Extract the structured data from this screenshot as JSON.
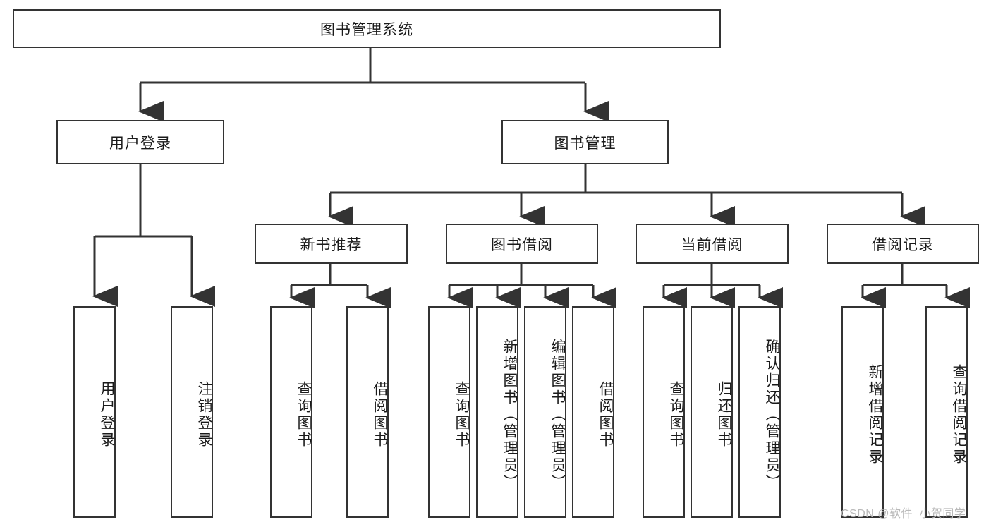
{
  "diagram": {
    "title": "图书管理系统",
    "type": "tree-hierarchy",
    "orientation": "top-down",
    "colors": {
      "box_border": "#333333",
      "box_fill": "#ffffff",
      "edge": "#333333",
      "text": "#1a1a1a",
      "watermark": "#b9b9b9",
      "background": "#ffffff"
    },
    "root": {
      "label": "图书管理系统"
    },
    "level1": [
      {
        "label": "用户登录"
      },
      {
        "label": "图书管理"
      }
    ],
    "level2": [
      {
        "label": "新书推荐"
      },
      {
        "label": "图书借阅"
      },
      {
        "label": "当前借阅"
      },
      {
        "label": "借阅记录"
      }
    ],
    "leaves": {
      "user_login": [
        {
          "label": "用户登录"
        },
        {
          "label": "注销登录"
        }
      ],
      "new_book_recommend": [
        {
          "label": "查询图书"
        },
        {
          "label": "借阅图书"
        }
      ],
      "book_borrow": [
        {
          "label": "查询图书"
        },
        {
          "label": "新增图书（管理员）"
        },
        {
          "label": "编辑图书（管理员）"
        },
        {
          "label": "借阅图书"
        }
      ],
      "current_borrow": [
        {
          "label": "查询图书"
        },
        {
          "label": "归还图书"
        },
        {
          "label": "确认归还（管理员）"
        }
      ],
      "borrow_record": [
        {
          "label": "新增借阅记录"
        },
        {
          "label": "查询借阅记录"
        }
      ]
    },
    "watermark": "CSDN @软件_小贺同学"
  }
}
